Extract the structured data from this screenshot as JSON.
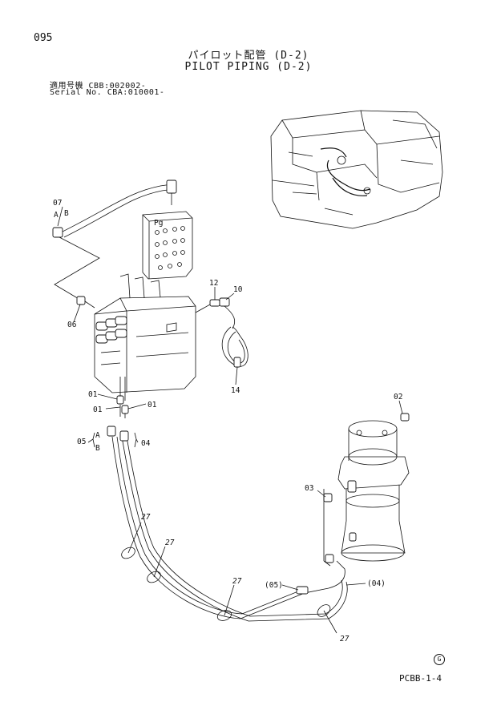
{
  "header": {
    "page_number": "095",
    "title_jp": "パイロット配管 (D-2)",
    "title_en": "PILOT PIPING (D-2)",
    "serial_line_1": "適用号機 CBB:002002-",
    "serial_line_2": "Serial No. CBA:010001-"
  },
  "callouts": {
    "p01a": "01",
    "p01b": "01",
    "p01c": "01",
    "p02": "02",
    "p03": "03",
    "p04": "04",
    "p05": "05",
    "p06": "06",
    "p07": "07",
    "p10": "10",
    "p12": "12",
    "p14": "14",
    "p27a": "27",
    "p27b": "27",
    "p27c": "27",
    "p27d": "27",
    "p05ref": "(05)",
    "p04ref": "(04)",
    "a1": "A",
    "b1": "B",
    "a2": "A",
    "b2": "B",
    "valve_mark": "Pg"
  },
  "footer": {
    "code": "PCBB-1-4",
    "circle_mark": "G"
  }
}
